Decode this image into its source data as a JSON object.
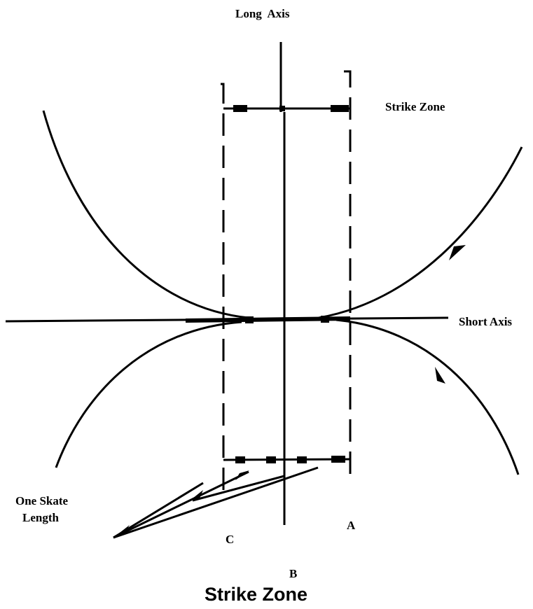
{
  "labels": {
    "long_axis": "Long  Axis",
    "strike_zone_top": "Strike Zone",
    "short_axis": "Short Axis",
    "one_skate_length_line1": "One Skate",
    "one_skate_length_line2": "Length",
    "point_a": "A",
    "point_b": "B",
    "point_c": "C"
  },
  "caption": "Strike Zone",
  "colors": {
    "ink": "#000000",
    "background": "#ffffff"
  }
}
